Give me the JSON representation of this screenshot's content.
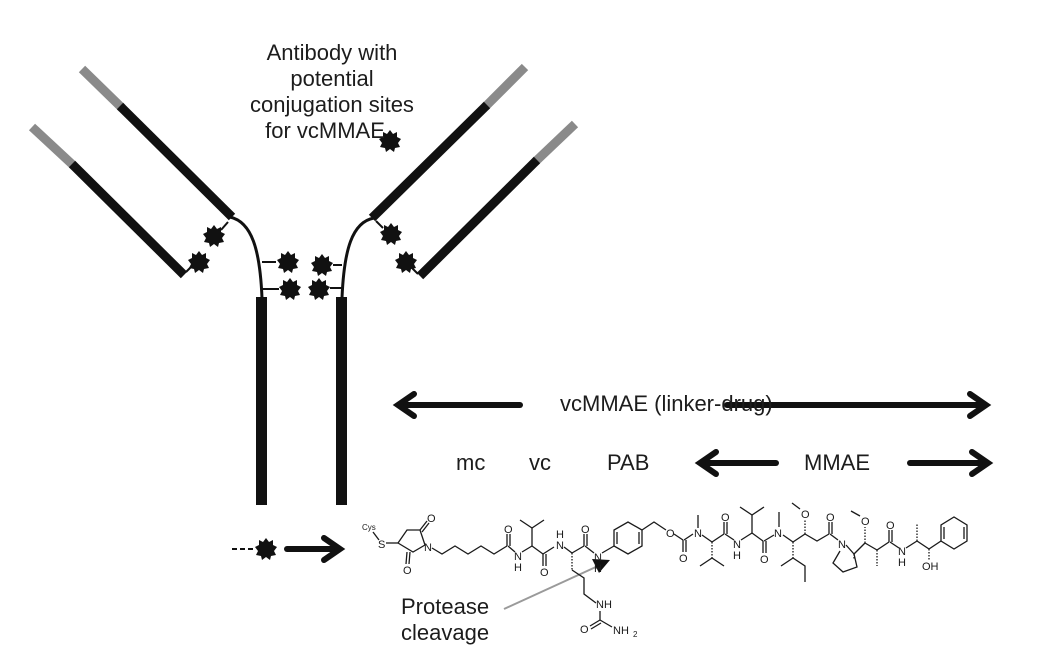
{
  "diagram": {
    "title_lines": [
      "Antibody with",
      "potential",
      "conjugation sites",
      "for vcMMAE"
    ],
    "labels": {
      "linker_drug": "vcMMAE (linker-drug)",
      "mc": "mc",
      "vc": "vc",
      "pab": "PAB",
      "mmae": "MMAE",
      "protease_line1": "Protease",
      "protease_line2": "cleavage"
    },
    "atoms": {
      "cys": "Cys",
      "s": "S",
      "o": "O",
      "n": "N",
      "h": "H",
      "nh": "NH",
      "nh2": "NH",
      "sub2": "2",
      "oh": "OH"
    },
    "colors": {
      "chain": "#111111",
      "variable_region": "#8a8a8a",
      "text": "#1c1c1c",
      "pointer": "#9a9a9a"
    },
    "components": [
      "Antibody (heavy + light chains)",
      "Conjugated drug (vcMMAE)",
      "mc linker",
      "vc dipeptide",
      "PAB spacer",
      "MMAE payload"
    ]
  }
}
